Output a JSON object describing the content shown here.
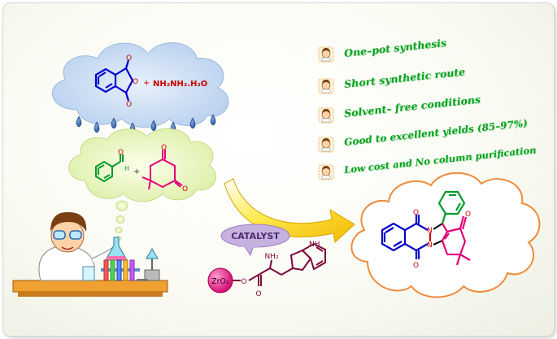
{
  "reagents": {
    "plus": "+",
    "hydrazine": "NH₂NH₂.H₂O",
    "aldehyde_h": "H",
    "carbonyl_o": "O",
    "ring_o": "O"
  },
  "catalyst": {
    "label": "CATALYST",
    "support": "ZrO₂",
    "amine": "NH₂",
    "indole_nh": "NH",
    "ester_o": "O"
  },
  "product": {
    "carbonyl_o": "O",
    "n1": "N",
    "n2": "N"
  },
  "features": [
    "One–pot synthesis",
    "Short synthetic route",
    "Solvent– free conditions",
    "Good to excellent yields (85–97%)",
    "Low cost and No column purification"
  ],
  "colors": {
    "feature_text": "#00a21a",
    "blue_cloud": "#c6d9f1",
    "green_cloud": "#eef7c6",
    "product_cloud_border": "#f08a3a",
    "catalyst_bubble": "#c7b1df",
    "zro2_ball": "#e0218a",
    "tryptophan": "#7b0a3a",
    "phthalimide": "#0000cc",
    "arrow": "#f5d400"
  }
}
